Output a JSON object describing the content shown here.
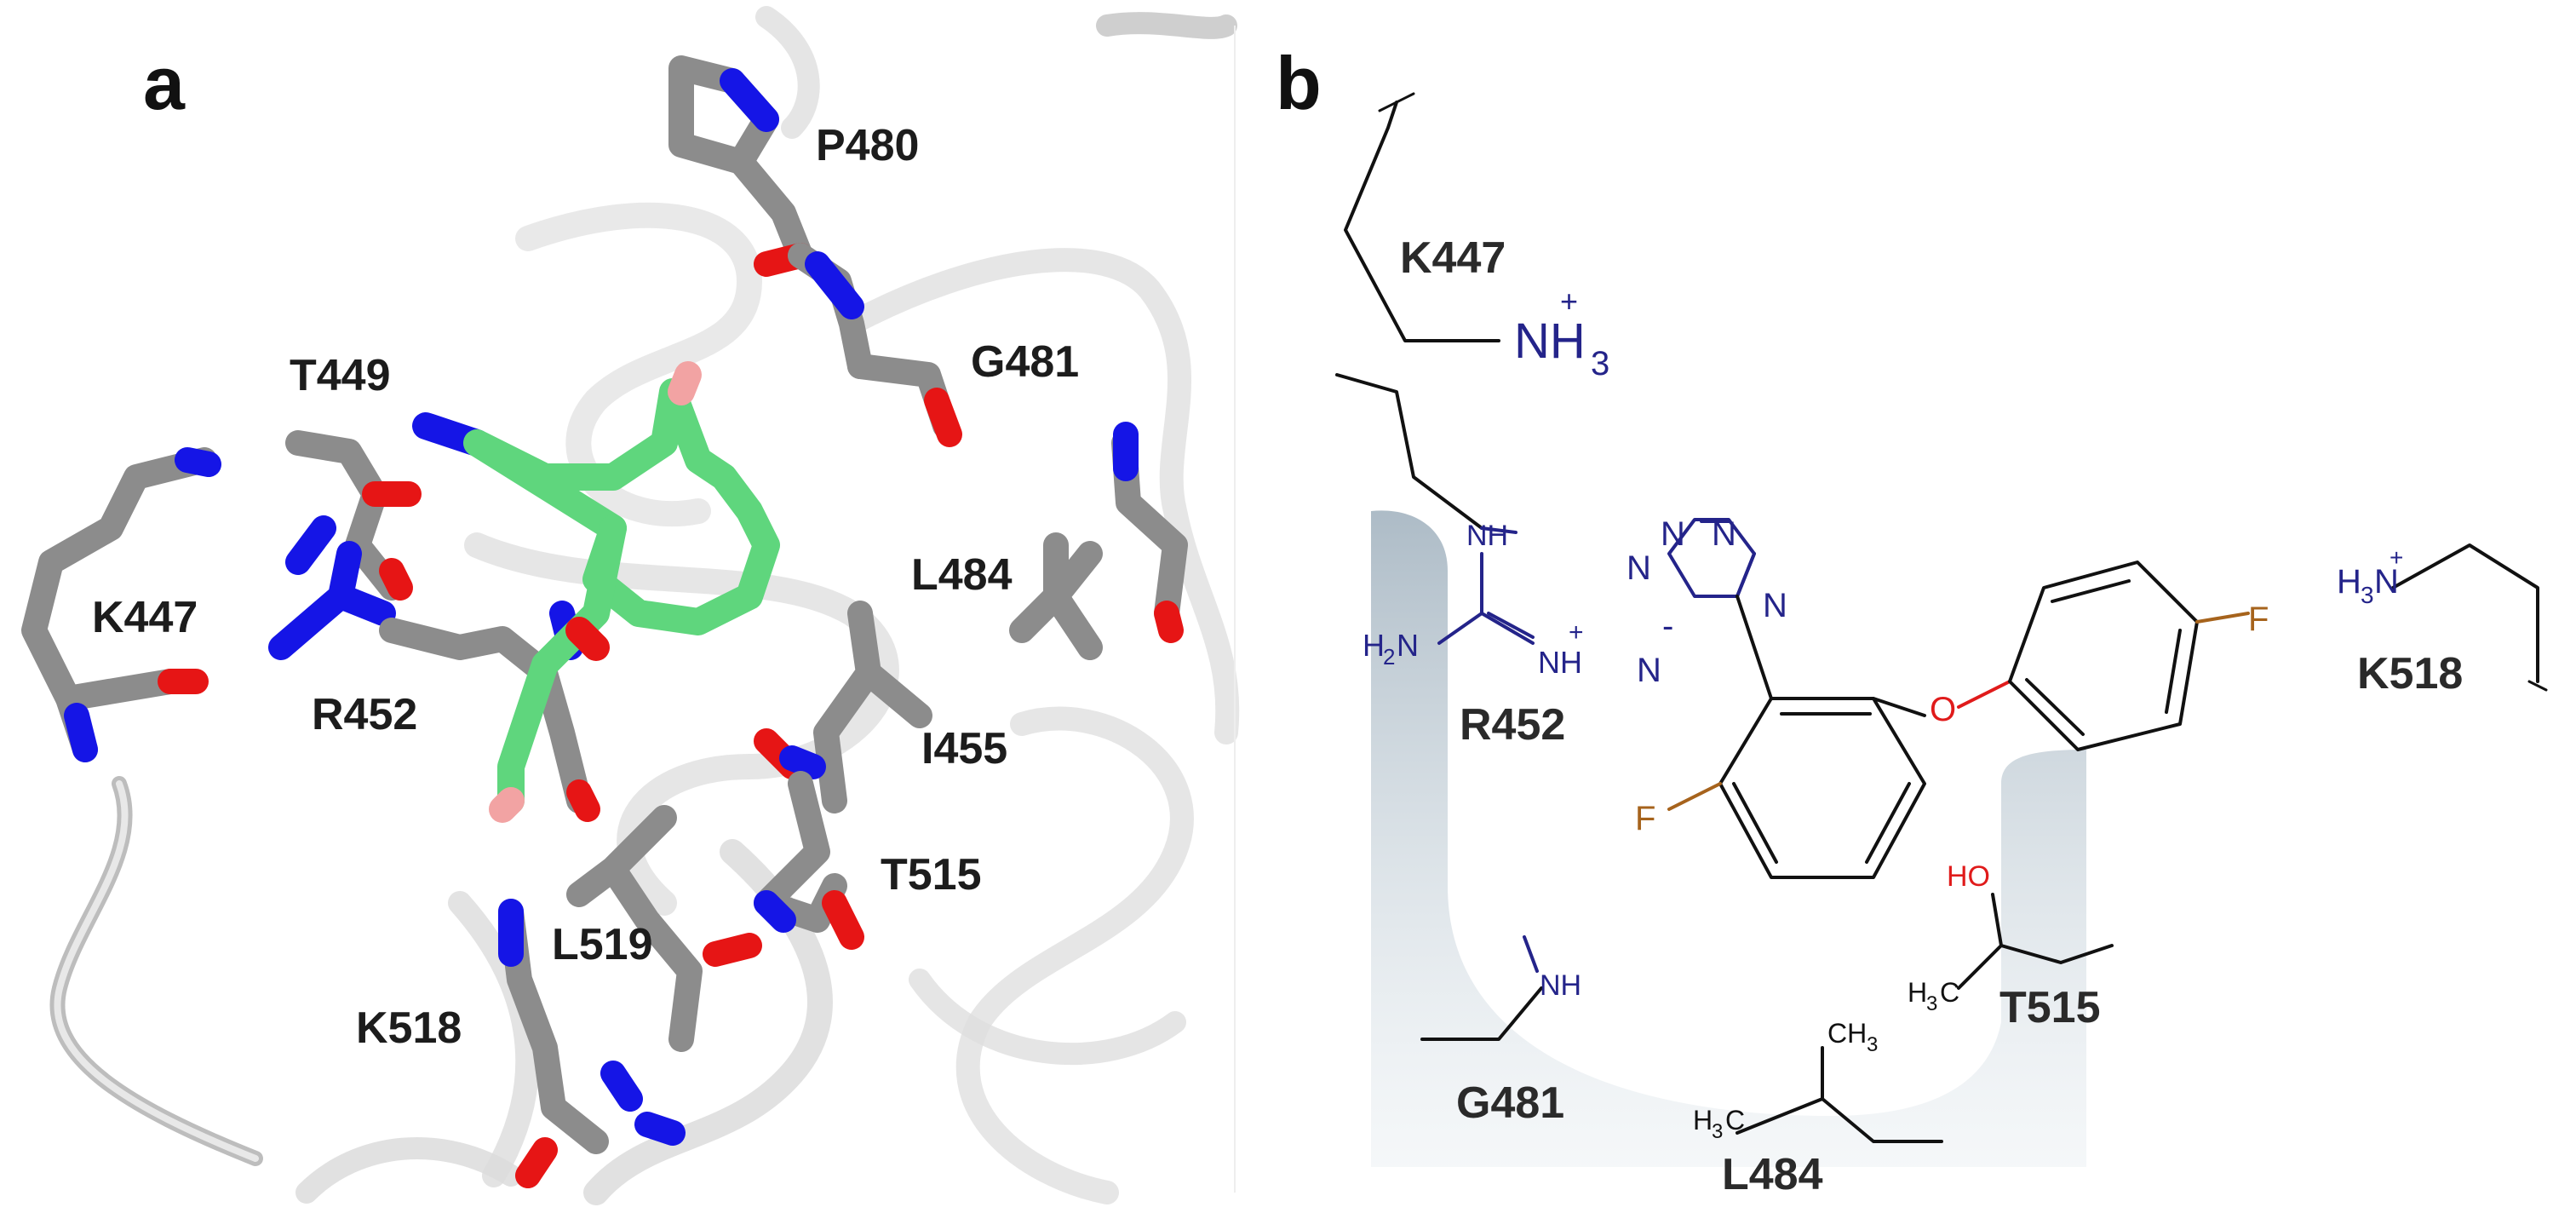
{
  "panels": [
    {
      "letter": "a"
    },
    {
      "letter": "b"
    }
  ],
  "panel_a": {
    "residue_labels": [
      "P480",
      "K447",
      "T449",
      "G481",
      "L484",
      "R452",
      "I455",
      "T515",
      "L519",
      "K518"
    ]
  },
  "panel_b": {
    "residue_labels": [
      "K447",
      "R452",
      "K518",
      "T515",
      "G481",
      "L484"
    ],
    "atom_labels": {
      "nh3": "NH",
      "nh3_sub": "3",
      "nh3_charge": "+",
      "nh": "NH",
      "h2n": "H",
      "h2n_sub": "2",
      "h2n_n": "N",
      "nh_plus": "NH",
      "nh_plus_charge": "+",
      "h3n": "H",
      "h3n_sub": "3",
      "h3n_n": "N",
      "h3n_charge": "+",
      "tetrazole_n": "N",
      "tetrazole_charge": "-",
      "oxygen": "O",
      "fluorine": "F",
      "ho": "HO",
      "h3c": "H",
      "h3c_sub": "3",
      "h3c_c": "C",
      "ch3": "CH",
      "ch3_sub": "3",
      "backbone_nh": "NH"
    }
  },
  "colors": {
    "background": "#ffffff",
    "carbon": "#8c8c8c",
    "nitrogen": "#1515e6",
    "oxygen": "#e61515",
    "ligand": "#5fd67d",
    "ligand_fluorine": "#f2a3a3",
    "ribbon": "#d9d9d9",
    "chem_nitrogen": "#24248a",
    "chem_oxygen": "#e01b1b",
    "chem_fluorine": "#a6631c",
    "pocket": "#a9b8c3"
  }
}
